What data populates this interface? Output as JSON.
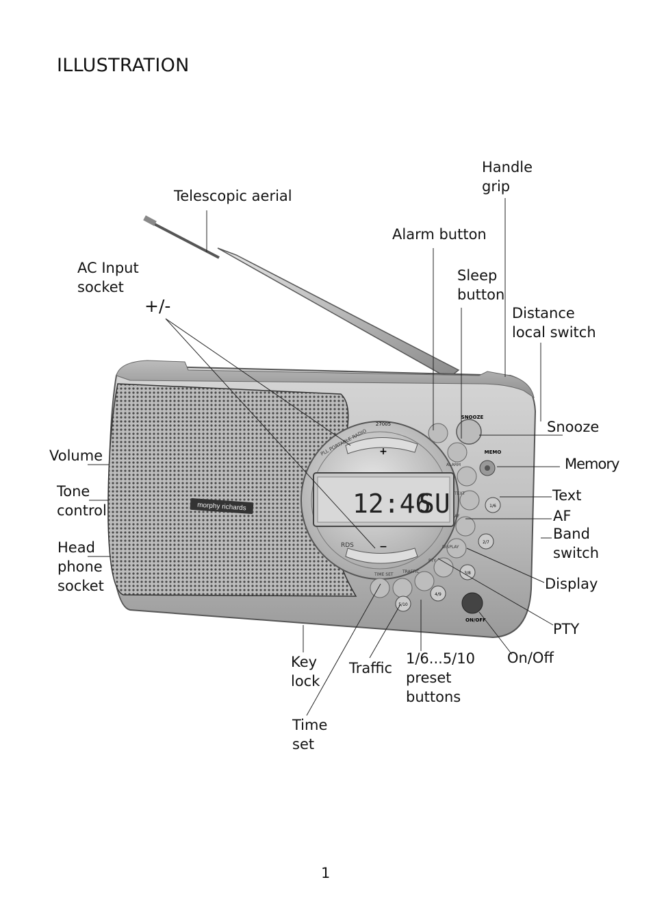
{
  "heading": "ILLUSTRATION",
  "page_number": "1",
  "labels": {
    "telescopic_aerial": "Telescopic aerial",
    "handle_grip": "Handle\ngrip",
    "alarm_button": "Alarm button",
    "ac_input_socket": "AC Input\nsocket",
    "sleep_button": "Sleep\nbutton",
    "plus_minus": "+/-",
    "distance_local_switch": "Distance\nlocal switch",
    "snooze": "Snooze",
    "volume": "Volume",
    "memory": "Memory",
    "tone_control": "Tone\ncontrol",
    "text": "Text",
    "af": "AF",
    "band_switch": "Band\nswitch",
    "head_phone_socket": "Head\nphone\nsocket",
    "display": "Display",
    "pty": "PTY",
    "key_lock": "Key\nlock",
    "traffic": "Traffic",
    "preset_buttons": "1/6...5/10\npreset\nbuttons",
    "on_off": "On/Off",
    "time_set": "Time\nset"
  },
  "radio": {
    "brand": "morphy richards",
    "lcd_time": "12:46",
    "lcd_text": "SU",
    "dial_plus": "+",
    "dial_minus": "−",
    "dial_model": "27005",
    "dial_arc_text": "PLL PORTABLE RADIO",
    "rds_logo": "RDS",
    "snooze_label": "SNOOZE",
    "memo_label": "MEMO",
    "onoff_label": "ON/OFF",
    "time_set_label": "TIME SET",
    "traffic_label": "TRAFFIC",
    "pty_label": "PTY",
    "display_label": "DISPLAY",
    "af_label": "AF",
    "text_label": "TEXT",
    "alarm_label": "ALARM",
    "preset_1": "1/6",
    "preset_2": "2/7",
    "preset_3": "3/8",
    "preset_4": "4/9",
    "preset_5": "5/10"
  }
}
